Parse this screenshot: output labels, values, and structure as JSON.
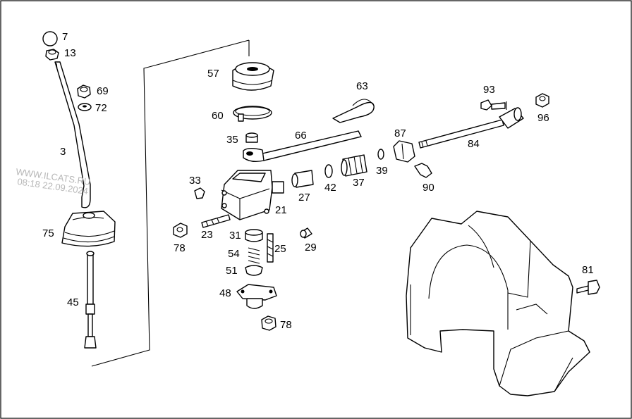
{
  "watermark": {
    "site": "WWW.ILCATS.RU",
    "stamp": "08:18 22.09.2024"
  },
  "callouts": [
    "7",
    "13",
    "69",
    "72",
    "3",
    "75",
    "45",
    "57",
    "60",
    "35",
    "63",
    "66",
    "87",
    "93",
    "96",
    "84",
    "39",
    "90",
    "33",
    "27",
    "42",
    "37",
    "21",
    "23",
    "78",
    "31",
    "25",
    "29",
    "54",
    "51",
    "48",
    "78",
    "81"
  ]
}
